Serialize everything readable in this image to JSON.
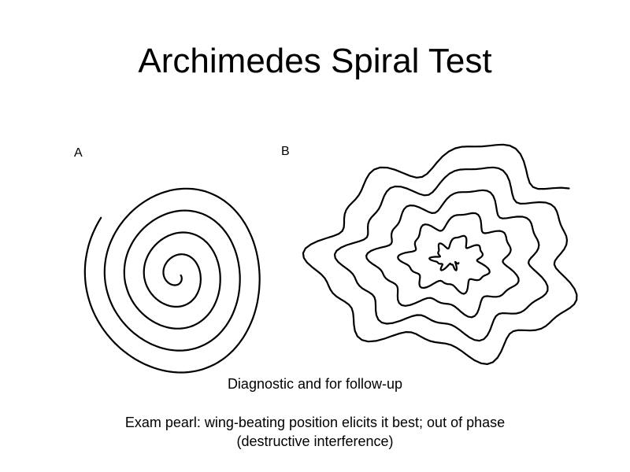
{
  "slide": {
    "title": "Archimedes Spiral Test",
    "figure": {
      "panel_a_label": "A",
      "panel_b_label": "B"
    },
    "captions": [
      "Diagnostic and for follow-up",
      "Exam pearl: wing-beating position elicits it best; out of phase",
      "(destructive interference)"
    ]
  },
  "colors": {
    "background": "#ffffff",
    "ink": "#000000"
  }
}
